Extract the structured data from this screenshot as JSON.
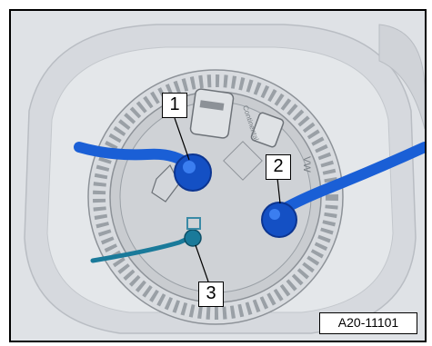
{
  "figure": {
    "callouts": [
      {
        "label": "1"
      },
      {
        "label": "2"
      },
      {
        "label": "3"
      }
    ],
    "reference_code": "A20-11101",
    "housing_text": "Continental",
    "housing_marking": "VW",
    "colors": {
      "blue_line": "#1a5fd6",
      "teal_line": "#1a7a9a",
      "background": "#dfe2e6",
      "border": "#000000"
    }
  }
}
